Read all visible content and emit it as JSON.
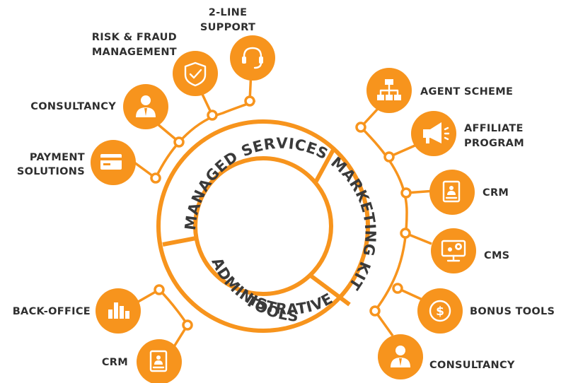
{
  "center": {
    "segments": [
      {
        "label": "MANAGED SERVICES"
      },
      {
        "label": "MARKETING KIT"
      },
      {
        "label": "ADMINISTRATIVE",
        "label2": "TOOLS"
      }
    ]
  },
  "left_items": [
    {
      "label": "PAYMENT",
      "label2": "SOLUTIONS",
      "icon": "payment-card-icon"
    },
    {
      "label": "CONSULTANCY",
      "icon": "consultant-icon"
    },
    {
      "label": "RISK & FRAUD",
      "label2": "MANAGEMENT",
      "icon": "shield-check-icon"
    },
    {
      "label": "2-LINE",
      "label2": "SUPPORT",
      "icon": "headset-icon"
    },
    {
      "label": "BACK-OFFICE",
      "icon": "bar-chart-icon"
    },
    {
      "label": "CRM",
      "icon": "crm-document-icon"
    }
  ],
  "right_items": [
    {
      "label": "AGENT SCHEME",
      "icon": "org-chart-icon"
    },
    {
      "label": "AFFILIATE",
      "label2": "PROGRAM",
      "icon": "megaphone-icon"
    },
    {
      "label": "CRM",
      "icon": "crm-document-icon"
    },
    {
      "label": "CMS",
      "icon": "monitor-gear-icon"
    },
    {
      "label": "BONUS TOOLS",
      "icon": "dollar-coin-icon"
    },
    {
      "label": "CONSULTANCY",
      "icon": "consultant-icon"
    }
  ],
  "colors": {
    "accent": "#f7941d",
    "text": "#2f2f2f"
  }
}
